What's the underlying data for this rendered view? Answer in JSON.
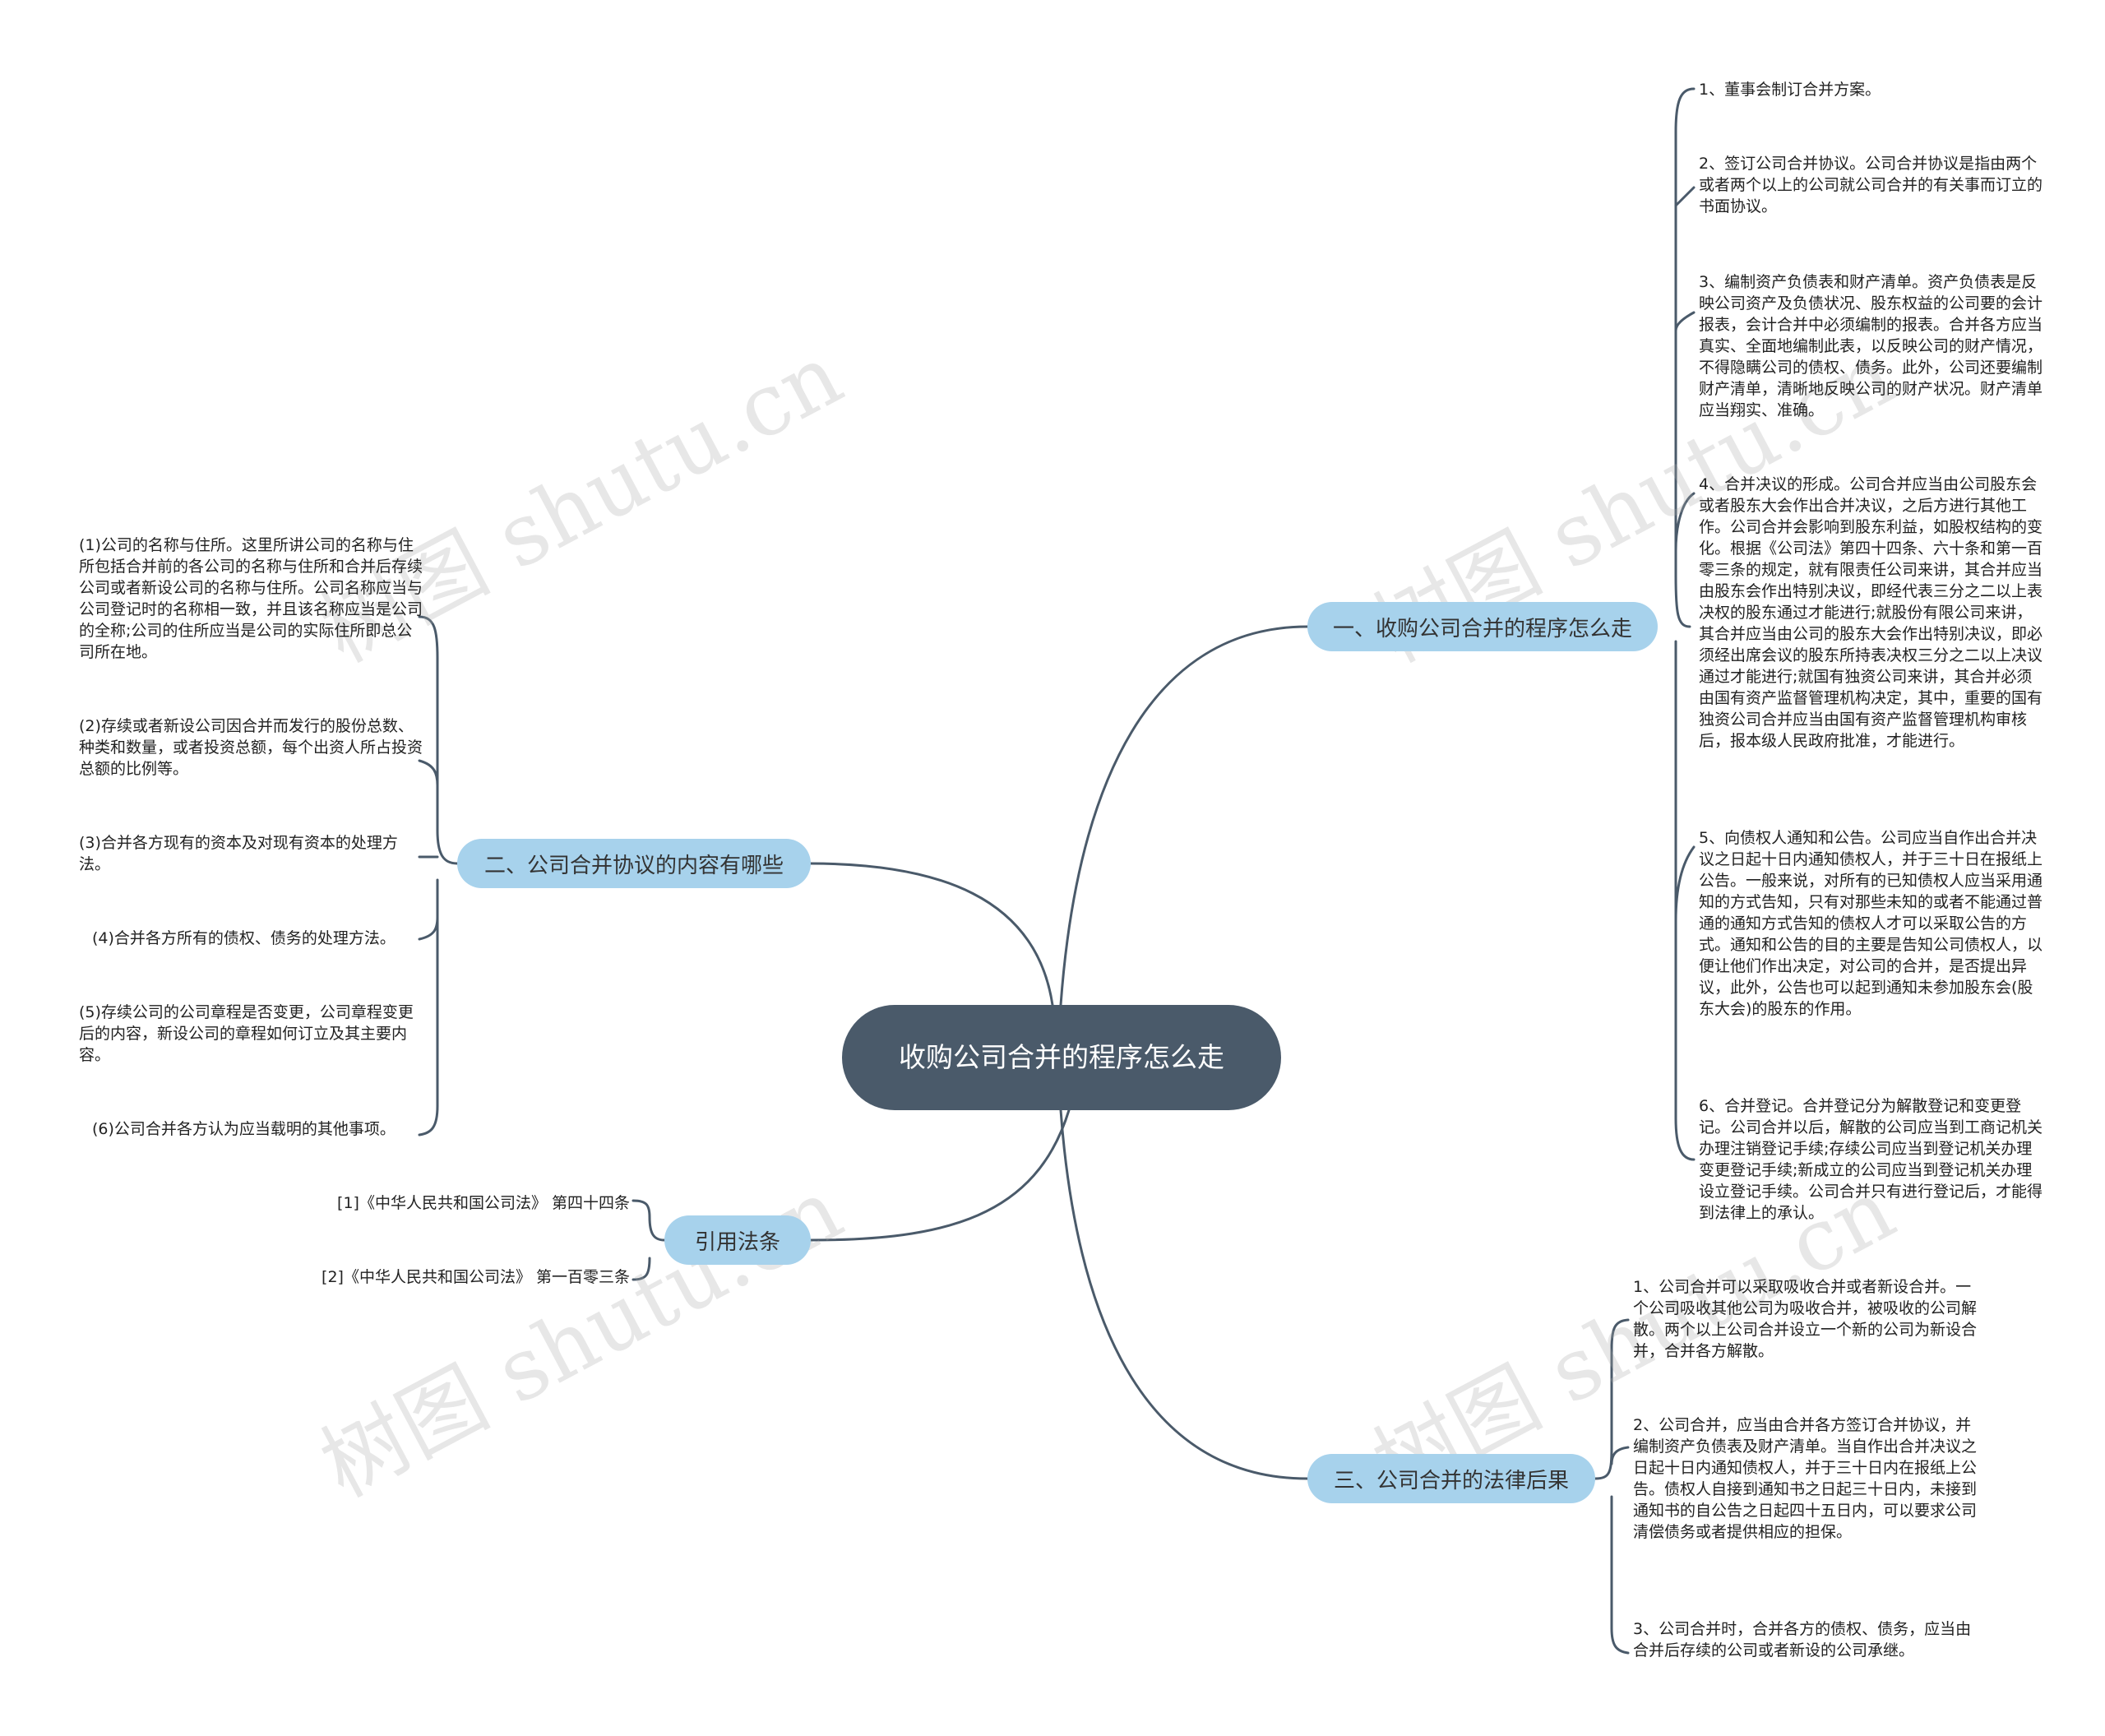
{
  "root": {
    "title": "收购公司合并的程序怎么走"
  },
  "branches": {
    "b1": {
      "label": "一、收购公司合并的程序怎么走",
      "items": [
        "1、董事会制订合并方案。",
        "2、签订公司合并协议。公司合并协议是指由两个或者两个以上的公司就公司合并的有关事而订立的书面协议。",
        "3、编制资产负债表和财产清单。资产负债表是反映公司资产及负债状况、股东权益的公司要的会计报表，会计合并中必须编制的报表。合并各方应当真实、全面地编制此表，以反映公司的财产情况，不得隐瞒公司的债权、债务。此外，公司还要编制财产清单，清晰地反映公司的财产状况。财产清单应当翔实、准确。",
        "4、合并决议的形成。公司合并应当由公司股东会或者股东大会作出合并决议，之后方进行其他工作。公司合并会影响到股东利益，如股权结构的变化。根据《公司法》第四十四条、六十条和第一百零三条的规定，就有限责任公司来讲，其合并应当由股东会作出特别决议，即经代表三分之二以上表决权的股东通过才能进行;就股份有限公司来讲，其合并应当由公司的股东大会作出特别决议，即必须经出席会议的股东所持表决权三分之二以上决议通过才能进行;就国有独资公司来讲，其合并必须由国有资产监督管理机构决定，其中，重要的国有独资公司合并应当由国有资产监督管理机构审核后，报本级人民政府批准，才能进行。",
        "5、向债权人通知和公告。公司应当自作出合并决议之日起十日内通知债权人，并于三十日在报纸上公告。一般来说，对所有的已知债权人应当采用通知的方式告知，只有对那些未知的或者不能通过普通的通知方式告知的债权人才可以采取公告的方式。通知和公告的目的主要是告知公司债权人，以便让他们作出决定，对公司的合并，是否提出异议，此外，公告也可以起到通知未参加股东会(股东大会)的股东的作用。",
        "6、合并登记。合并登记分为解散登记和变更登记。公司合并以后，解散的公司应当到工商记机关办理注销登记手续;存续公司应当到登记机关办理变更登记手续;新成立的公司应当到登记机关办理设立登记手续。公司合并只有进行登记后，才能得到法律上的承认。"
      ]
    },
    "b2": {
      "label": "二、公司合并协议的内容有哪些",
      "items": [
        "(1)公司的名称与住所。这里所讲公司的名称与住所包括合并前的各公司的名称与住所和合并后存续公司或者新设公司的名称与住所。公司名称应当与公司登记时的名称相一致，并且该名称应当是公司的全称;公司的住所应当是公司的实际住所即总公司所在地。",
        "(2)存续或者新设公司因合并而发行的股份总数、种类和数量，或者投资总额，每个出资人所占投资总额的比例等。",
        "(3)合并各方现有的资本及对现有资本的处理方法。",
        "(4)合并各方所有的债权、债务的处理方法。",
        "(5)存续公司的公司章程是否变更，公司章程变更后的内容，新设公司的章程如何订立及其主要内容。",
        "(6)公司合并各方认为应当载明的其他事项。"
      ]
    },
    "b3": {
      "label": "引用法条",
      "items": [
        "[1]《中华人民共和国公司法》 第四十四条",
        "[2]《中华人民共和国公司法》 第一百零三条"
      ]
    },
    "b4": {
      "label": "三、公司合并的法律后果",
      "items": [
        "1、公司合并可以采取吸收合并或者新设合并。一个公司吸收其他公司为吸收合并，被吸收的公司解散。两个以上公司合并设立一个新的公司为新设合并，合并各方解散。",
        "2、公司合并，应当由合并各方签订合并协议，并编制资产负债表及财产清单。当自作出合并决议之日起十日内通知债权人，并于三十日内在报纸上公告。债权人自接到通知书之日起三十日内，未接到通知书的自公告之日起四十五日内，可以要求公司清偿债务或者提供相应的担保。",
        "3、公司合并时，合并各方的债权、债务，应当由合并后存续的公司或者新设的公司承继。"
      ]
    }
  },
  "watermark": "树图 shutu.cn",
  "colors": {
    "root": "#4a5a6a",
    "branch": "#a7d2ec",
    "line": "#4a5a6a"
  }
}
